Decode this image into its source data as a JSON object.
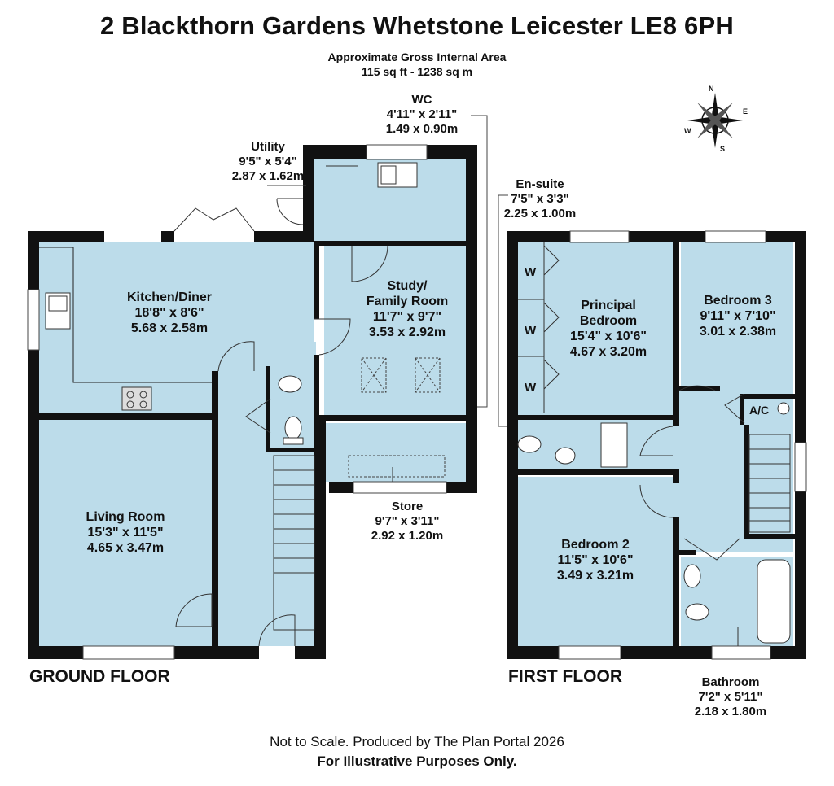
{
  "header": {
    "title": "2 Blackthorn Gardens Whetstone Leicester LE8 6PH",
    "area_label": "Approximate Gross Internal Area",
    "area_value": "115 sq ft - 1238 sq m"
  },
  "floors": {
    "ground": "GROUND FLOOR",
    "first": "FIRST FLOOR"
  },
  "rooms": {
    "wc": {
      "name": "WC",
      "imperial": "4'11\" x 2'11\"",
      "metric": "1.49 x 0.90m"
    },
    "utility": {
      "name": "Utility",
      "imperial": "9'5\" x 5'4\"",
      "metric": "2.87 x 1.62m"
    },
    "kitchen": {
      "name": "Kitchen/Diner",
      "imperial": "18'8\" x 8'6\"",
      "metric": "5.68 x 2.58m"
    },
    "study": {
      "name_line1": "Study/",
      "name_line2": "Family Room",
      "imperial": "11'7\" x 9'7\"",
      "metric": "3.53 x 2.92m"
    },
    "living": {
      "name": "Living Room",
      "imperial": "15'3\" x 11'5\"",
      "metric": "4.65 x 3.47m"
    },
    "store": {
      "name": "Store",
      "imperial": "9'7\" x 3'11\"",
      "metric": "2.92 x 1.20m"
    },
    "ensuite": {
      "name": "En-suite",
      "imperial": "7'5\" x 3'3\"",
      "metric": "2.25 x 1.00m"
    },
    "principal": {
      "name_line1": "Principal",
      "name_line2": "Bedroom",
      "imperial": "15'4\" x 10'6\"",
      "metric": "4.67 x 3.20m"
    },
    "bedroom3": {
      "name": "Bedroom 3",
      "imperial": "9'11\" x 7'10\"",
      "metric": "3.01 x 2.38m"
    },
    "bedroom2": {
      "name": "Bedroom 2",
      "imperial": "11'5\" x 10'6\"",
      "metric": "3.49 x 3.21m"
    },
    "bathroom": {
      "name": "Bathroom",
      "imperial": "7'2\" x 5'11\"",
      "metric": "2.18 x 1.80m"
    }
  },
  "wardrobe_marker": "W",
  "ac_marker": "A/C",
  "compass": {
    "n": "N",
    "e": "E",
    "s": "S",
    "w": "W"
  },
  "footer": {
    "line1": "Not to Scale. Produced by The Plan Portal 2026",
    "line2": "For Illustrative Purposes Only."
  },
  "colors": {
    "room_fill": "#bcdcea",
    "wall": "#111111"
  }
}
